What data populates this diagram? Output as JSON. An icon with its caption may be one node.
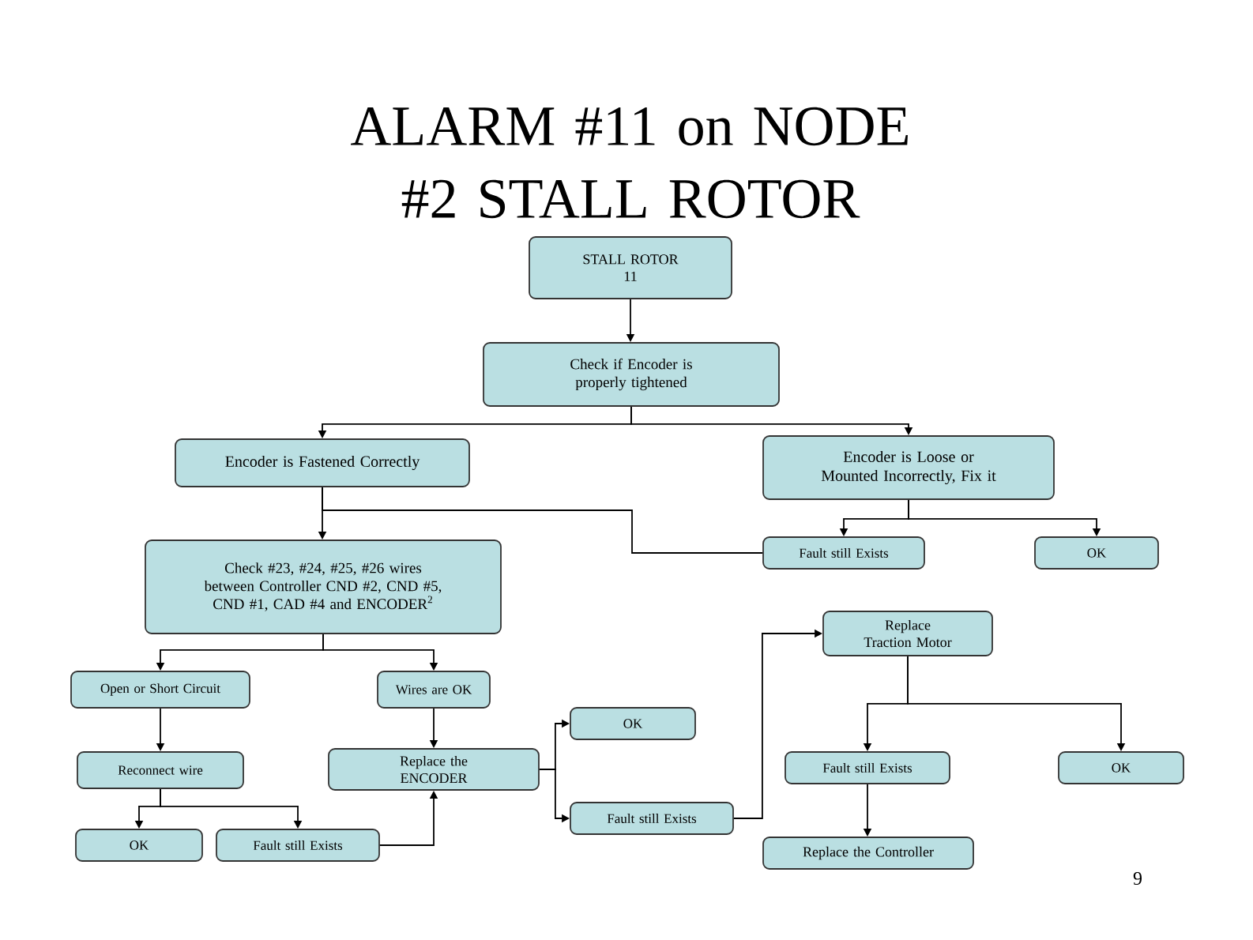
{
  "diagram": {
    "title": "ALARM #11 on NODE #2  STALL ROTOR",
    "nodes": [
      {
        "text": [
          "STALL ROTOR",
          "11"
        ]
      },
      {
        "text": [
          "Check if Encoder is properly tightened"
        ]
      },
      {
        "text": [
          "Encoder is Fastened Correctly"
        ]
      },
      {
        "text": [
          "Encoder is Loose or Mounted Incorrectly,  Fix it"
        ]
      },
      {
        "text": [
          "Fault still Exists"
        ]
      },
      {
        "text": [
          "OK"
        ]
      },
      {
        "text": [
          "Check #23, #24, #25, #26 wires between Controller CND #2, CND #5, CND #1, CAD #4 and ENCODER$^{2}$"
        ]
      },
      {
        "text": [
          "Open or Short Circuit"
        ]
      },
      {
        "text": [
          "Wires are OK"
        ]
      },
      {
        "text": [
          "Reconnect wire"
        ]
      },
      {
        "text": [
          "Replace the ENCODER"
        ]
      },
      {
        "text": [
          "OK"
        ]
      },
      {
        "text": [
          "Fault still Exists"
        ]
      },
      {
        "text": [
          "OK"
        ]
      },
      {
        "text": [
          "Fault still Exists"
        ]
      },
      {
        "text": [
          "Replace Traction Motor"
        ]
      },
      {
        "text": [
          "Fault still Exists"
        ]
      },
      {
        "text": [
          "OK"
        ]
      },
      {
        "text": [
          "Replace the Controller"
        ]
      }
    ],
    "edges": [
      {
        "from": 0,
        "to": 1,
        "arrow": "to"
      },
      {
        "from": 1,
        "to": 2,
        "arrow": "to"
      },
      {
        "from": 1,
        "to": 3,
        "arrow": "to"
      },
      {
        "from": 2,
        "to": 6,
        "arrow": "to"
      },
      {
        "from": 2,
        "to": 4,
        "arrow": "none"
      },
      {
        "from": 3,
        "to": 4,
        "arrow": "to"
      },
      {
        "from": 3,
        "to": 5,
        "arrow": "to"
      },
      {
        "from": 6,
        "to": 7,
        "arrow": "to"
      },
      {
        "from": 6,
        "to": 8,
        "arrow": "to"
      },
      {
        "from": 7,
        "to": 9,
        "arrow": "to"
      },
      {
        "from": 8,
        "to": 10,
        "arrow": "to"
      },
      {
        "from": 9,
        "to": 13,
        "arrow": "to"
      },
      {
        "from": 9,
        "to": 14,
        "arrow": "to"
      },
      {
        "from": 14,
        "to": 10,
        "arrow": "to"
      },
      {
        "from": 10,
        "to": 11,
        "arrow": "to"
      },
      {
        "from": 10,
        "to": 12,
        "arrow": "to"
      },
      {
        "from": 12,
        "to": 15,
        "arrow": "to"
      },
      {
        "from": 15,
        "to": 16,
        "arrow": "to"
      },
      {
        "from": 15,
        "to": 17,
        "arrow": "to"
      },
      {
        "from": 16,
        "to": 18,
        "arrow": "to"
      }
    ],
    "labels": [
      "9"
    ]
  }
}
